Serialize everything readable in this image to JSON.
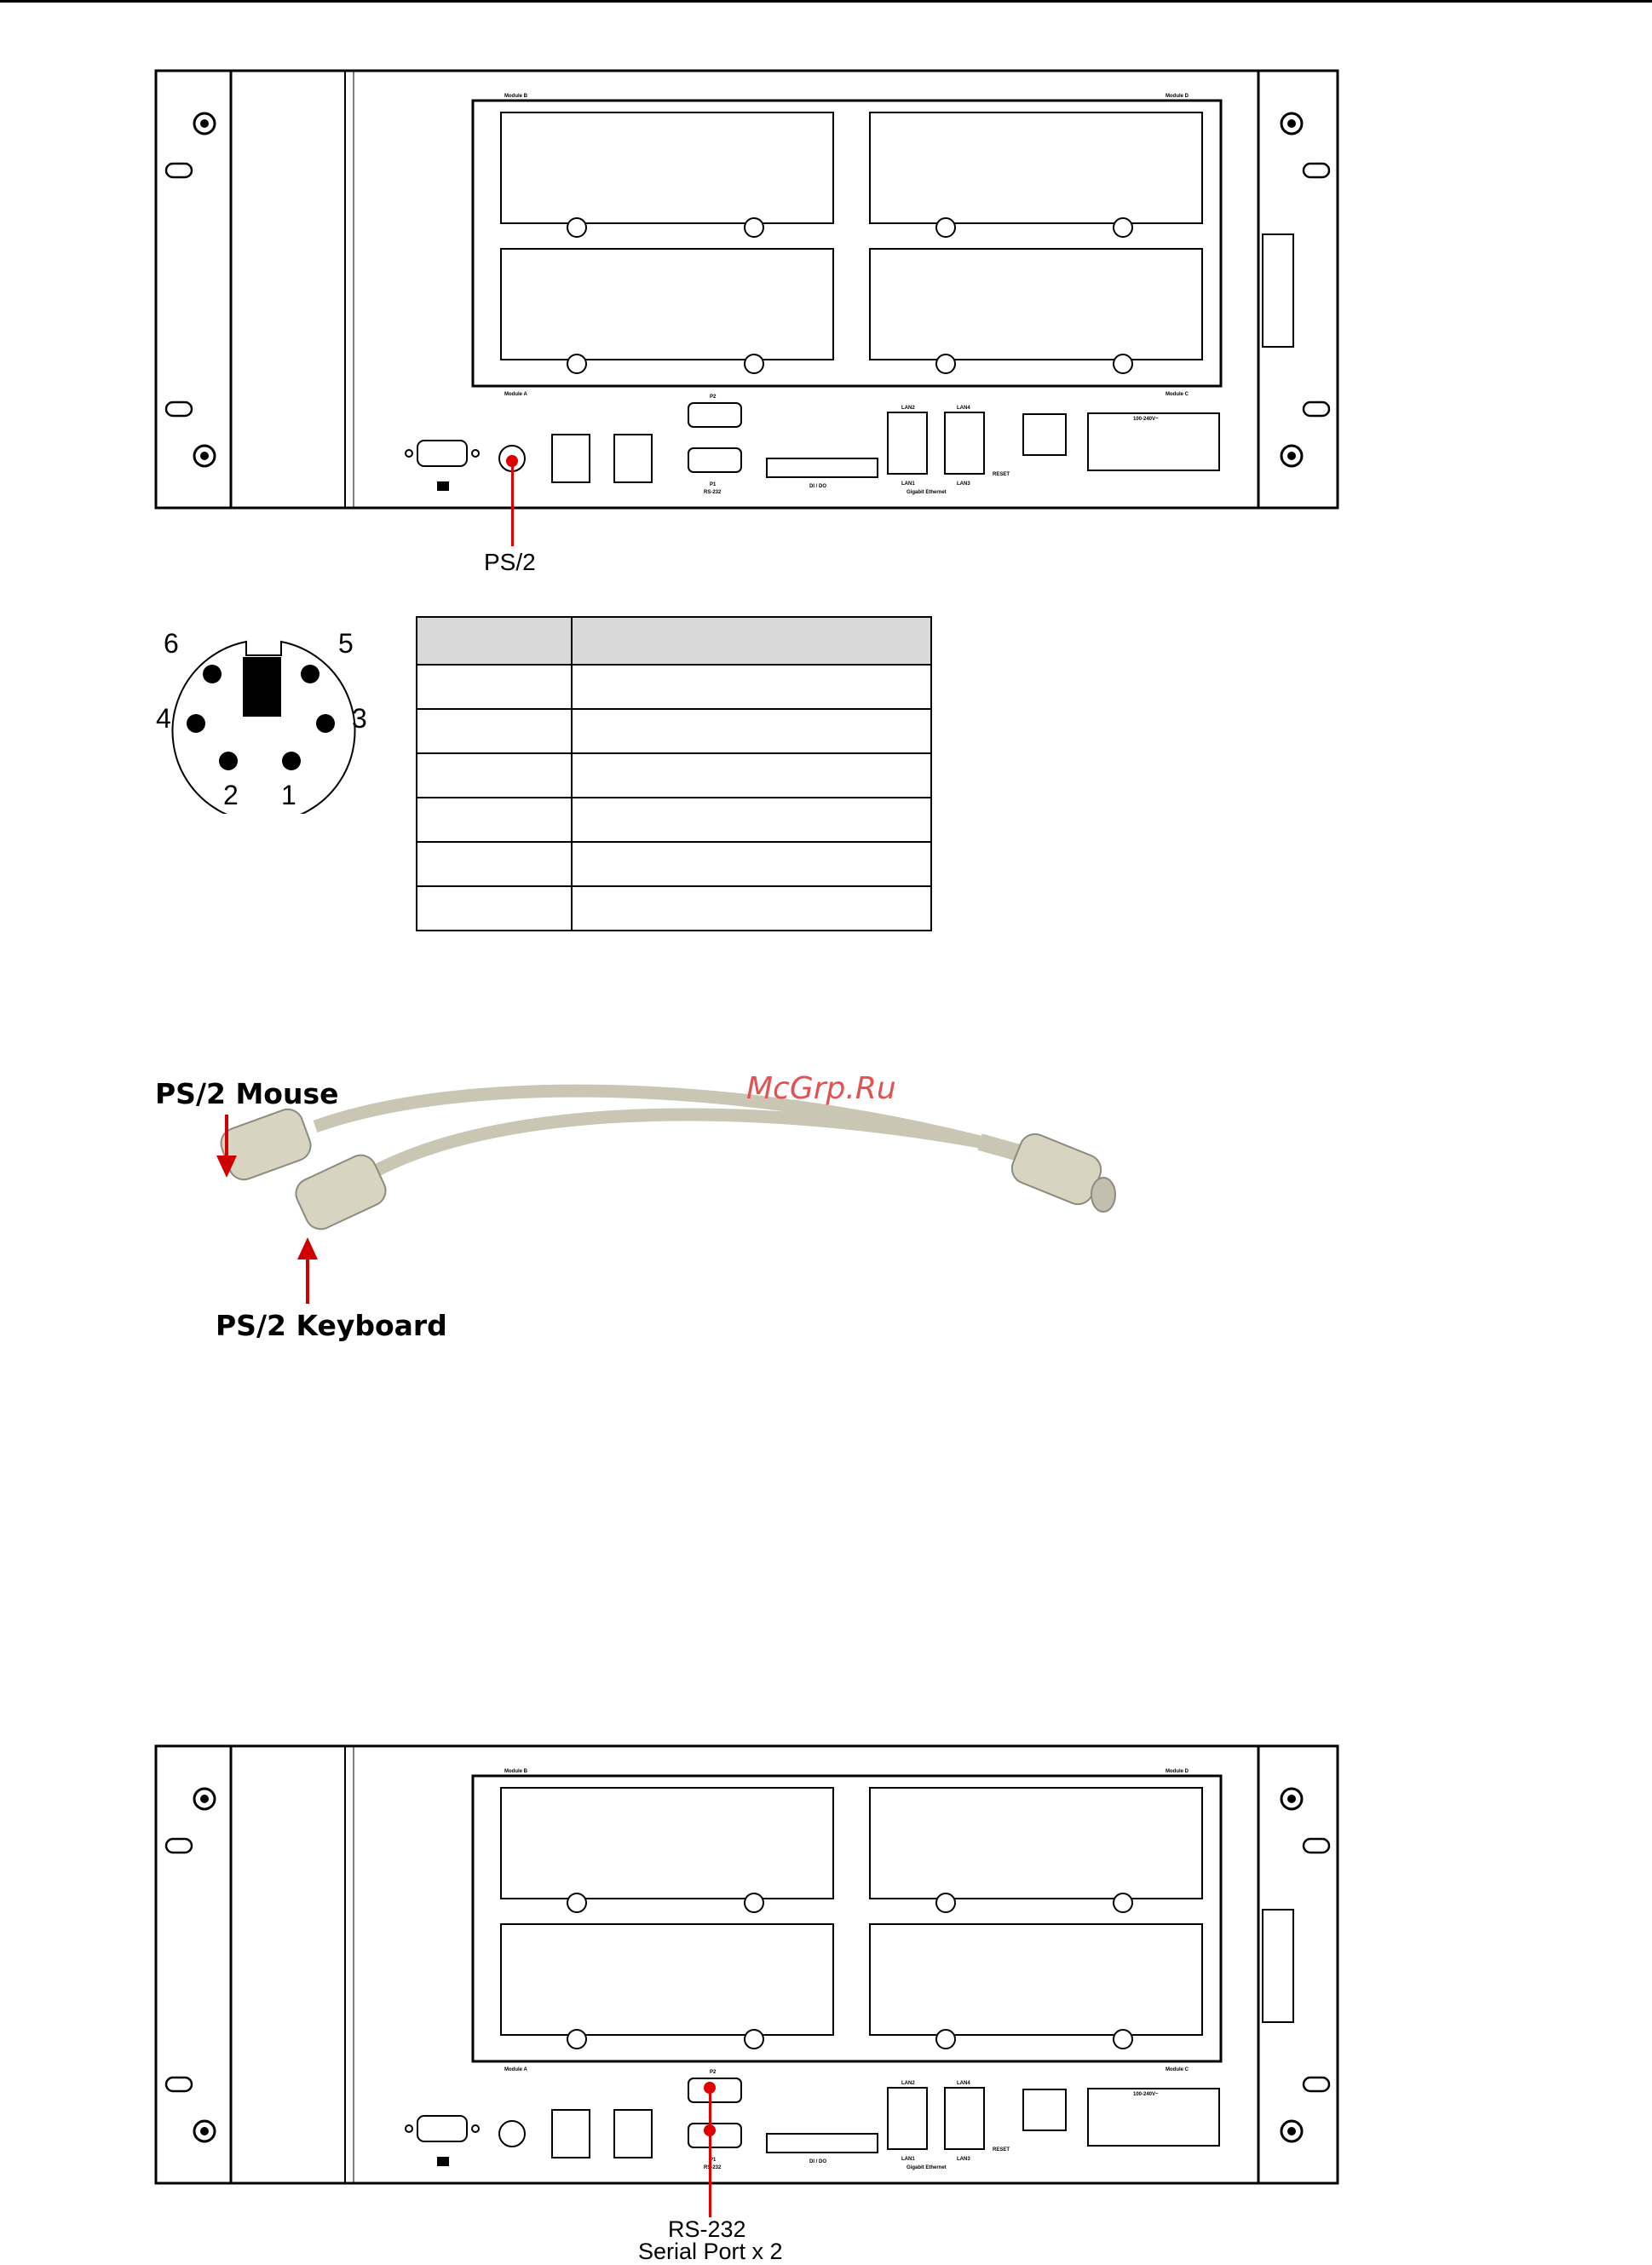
{
  "labels": {
    "ps2_callout": "PS/2",
    "ps2_mouse": "PS/2 Mouse",
    "ps2_keyboard": "PS/2 Keyboard",
    "rs232_line1": "RS-232",
    "rs232_line2": "Serial Port x 2",
    "watermark": "McGrp.Ru"
  },
  "panel": {
    "module_a": "Module A",
    "module_b": "Module B",
    "module_c": "Module C",
    "module_d": "Module D",
    "p2": "P2",
    "p1": "P1",
    "rs232_small": "RS-232",
    "dido": "DI / DO",
    "lan1": "LAN1",
    "lan2": "LAN2",
    "lan3": "LAN3",
    "lan4": "LAN4",
    "gigabit": "Gigabit Ethernet",
    "reset": "RESET",
    "power": "100-240V~"
  },
  "pin_diagram": {
    "pins": [
      "6",
      "5",
      "4",
      "3",
      "2",
      "1"
    ]
  },
  "pin_table": {
    "rows": [
      [
        "",
        ""
      ],
      [
        "",
        ""
      ],
      [
        "",
        ""
      ],
      [
        "",
        ""
      ],
      [
        "",
        ""
      ],
      [
        "",
        ""
      ],
      [
        "",
        ""
      ]
    ]
  }
}
